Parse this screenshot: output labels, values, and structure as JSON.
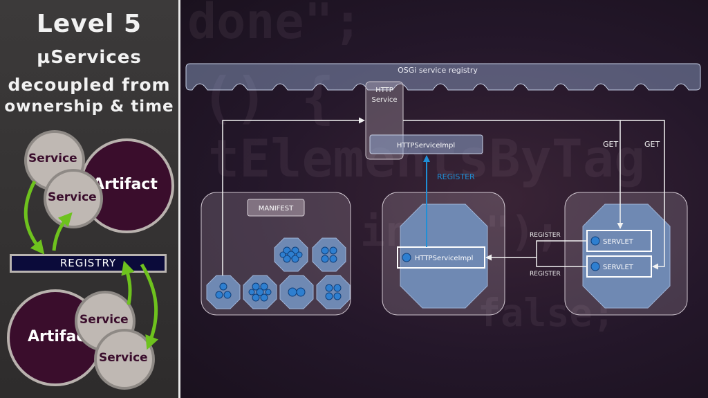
{
  "left_panel": {
    "title": "Level 5",
    "line1": "µServices",
    "line2": "decoupled from",
    "line3": "ownership & time",
    "service_label": "Service",
    "artifact_label": "Artifact",
    "artifact_label_bottom": "Artifac",
    "registry_label": "REGISTRY"
  },
  "diagram": {
    "registry_label": "OSGi service registry",
    "http_service_label_1": "HTTP",
    "http_service_label_2": "Service",
    "impl_top_label": "HTTPServiceImpl",
    "register_blue_label": "REGISTER",
    "manifest_label": "MANIFEST",
    "impl_bundle_label": "HTTPServiceImpl",
    "servlet_1_label": "SERVLET",
    "servlet_2_label": "SERVLET",
    "register_1_label": "REGISTER",
    "register_2_label": "REGISTER",
    "get_1_label": "GET",
    "get_2_label": "GET"
  },
  "colors": {
    "artifact_fill": "#3a0d2c",
    "service_fill": "#bfb8b3",
    "registry_bar_fill": "#0b0b3a",
    "arrow_green": "#6ec21e",
    "register_blue": "#1f8fd6",
    "bundle_fill": "#6f89b3"
  }
}
